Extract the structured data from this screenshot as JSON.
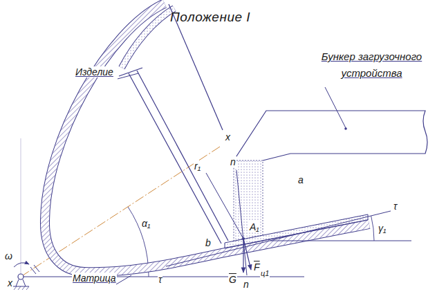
{
  "diagram": {
    "title": "Положение I",
    "labels": [
      "Бункер загрузочного устройства",
      "Изделие",
      "Матрица",
      "x",
      "x",
      "n",
      "n",
      "r₁",
      "A₁",
      "a",
      "b",
      "τ",
      "τ",
      "γ₁",
      "α₁",
      "ω",
      "G",
      "F",
      "ц1"
    ]
  }
}
